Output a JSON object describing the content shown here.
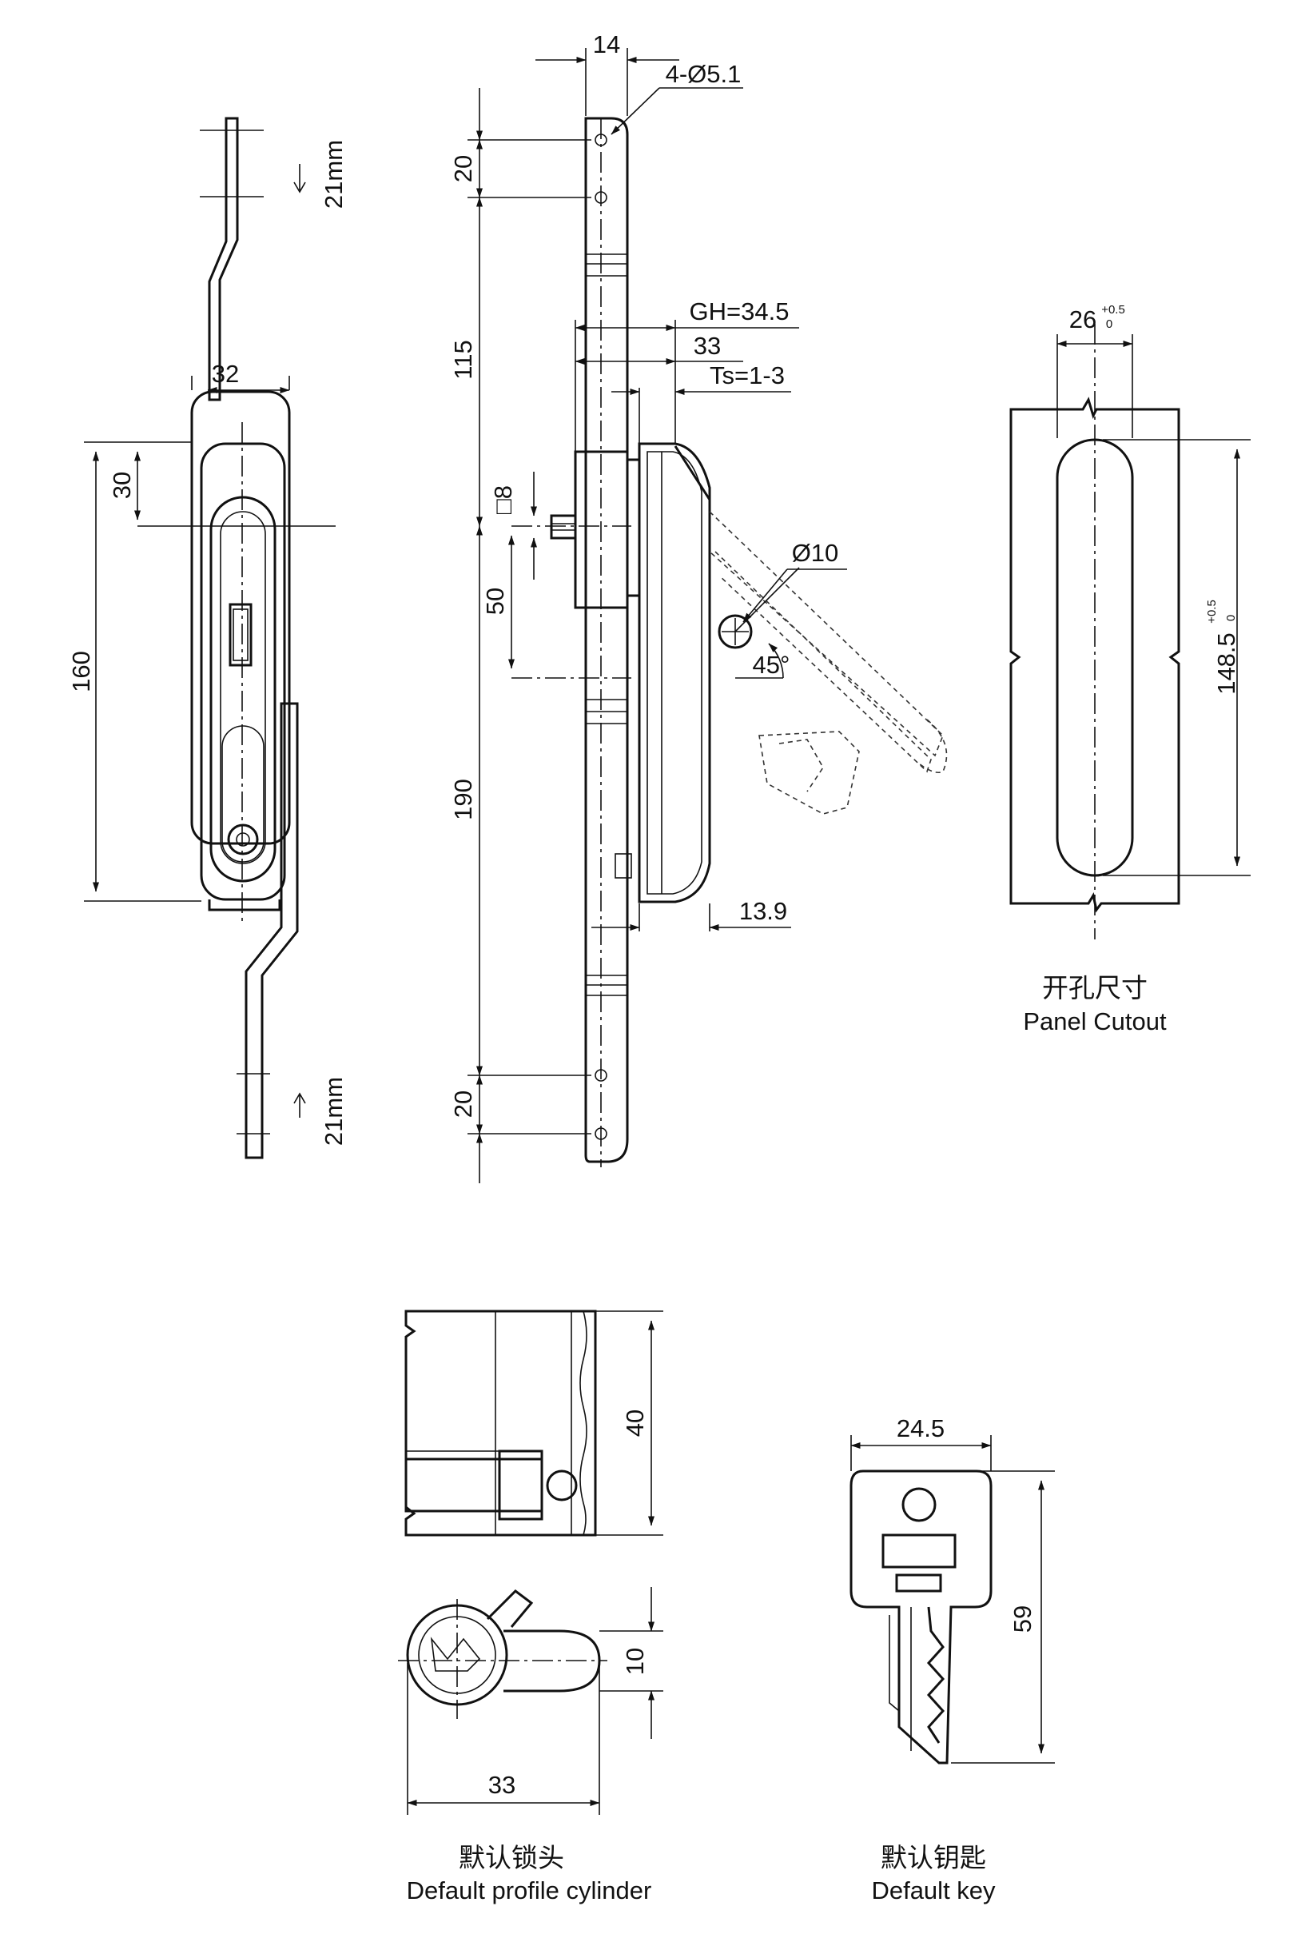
{
  "front_view": {
    "dims": {
      "width": "32",
      "height": "160",
      "offset": "30",
      "travel_top": "21mm",
      "travel_bottom": "21mm"
    }
  },
  "side_view": {
    "dims": {
      "width": "14",
      "holes": "4-Ø5.1",
      "top_pitch": "20",
      "upper": "115",
      "gh": "GH=34.5",
      "depth": "33",
      "ts": "Ts=1-3",
      "square": "□8",
      "handle_dia": "Ø10",
      "center_offset": "50",
      "angle": "45°",
      "lower": "190",
      "handle_proj": "13.9",
      "bottom_pitch": "20"
    }
  },
  "cutout_view": {
    "dims": {
      "width": "26",
      "width_tol_upper": "+0.5",
      "width_tol_lower": "0",
      "height": "148.5",
      "height_tol_upper": "+0.5",
      "height_tol_lower": "0"
    },
    "caption_cn": "开孔尺寸",
    "caption_en": "Panel Cutout"
  },
  "cylinder_view": {
    "dims": {
      "height": "40",
      "width": "33",
      "lever": "10"
    },
    "caption_cn": "默认锁头",
    "caption_en": "Default profile cylinder"
  },
  "key_view": {
    "dims": {
      "width": "24.5",
      "length": "59"
    },
    "caption_cn": "默认钥匙",
    "caption_en": "Default key"
  }
}
